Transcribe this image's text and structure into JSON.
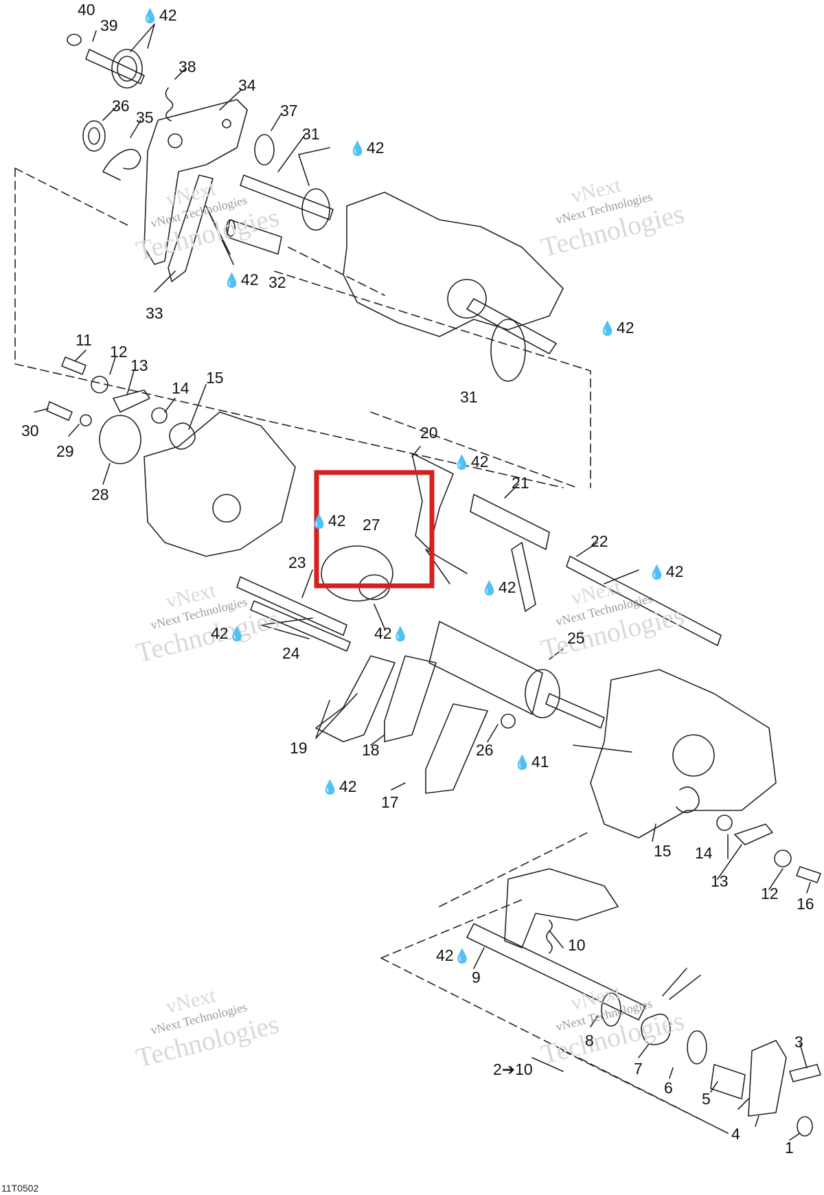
{
  "diagram": {
    "ref_code": "11T0502",
    "lubricant_ref": "42",
    "thread_ref": "41",
    "watermark": {
      "line1": "vNext",
      "line2": "vNext Technologies",
      "line3": "Technologies"
    },
    "highlight_color": "#d62020",
    "part_labels": {
      "p1": "1",
      "p2_10": "2➔10",
      "p3": "3",
      "p4": "4",
      "p5": "5",
      "p6": "6",
      "p7": "7",
      "p8": "8",
      "p9": "9",
      "p10": "10",
      "p11": "11",
      "p12a": "12",
      "p12b": "12",
      "p13a": "13",
      "p13b": "13",
      "p14a": "14",
      "p14b": "14",
      "p15a": "15",
      "p15b": "15",
      "p16": "16",
      "p17": "17",
      "p18": "18",
      "p19": "19",
      "p20": "20",
      "p21": "21",
      "p22": "22",
      "p23": "23",
      "p24": "24",
      "p25": "25",
      "p26": "26",
      "p27": "27",
      "p28": "28",
      "p29": "29",
      "p30": "30",
      "p31a": "31",
      "p31b": "31",
      "p32": "32",
      "p33": "33",
      "p34": "34",
      "p35": "35",
      "p36": "36",
      "p37": "37",
      "p38": "38",
      "p39": "39",
      "p40": "40"
    }
  }
}
